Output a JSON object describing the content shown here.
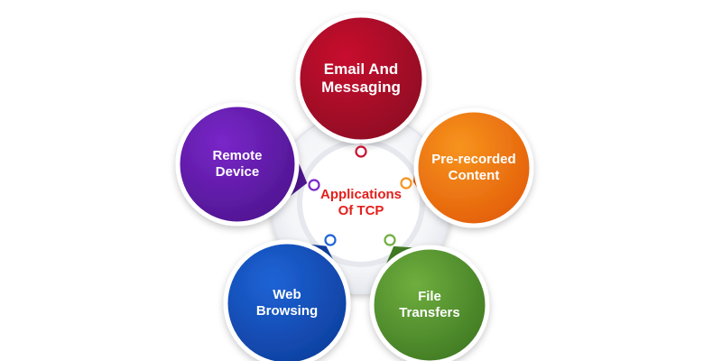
{
  "center": {
    "title_lines": [
      "Applications",
      "Of TCP"
    ],
    "color": "#e3201b"
  },
  "nodes": [
    {
      "id": "email",
      "lines": [
        "Email And",
        "Messaging"
      ],
      "color": "#c8102e",
      "dark": "#8e0b23"
    },
    {
      "id": "prerecorded",
      "lines": [
        "Pre-recorded",
        "Content"
      ],
      "color": "#f7941d",
      "dark": "#e35d0a"
    },
    {
      "id": "file",
      "lines": [
        "File",
        "Transfers"
      ],
      "color": "#6fae3e",
      "dark": "#3f7a23"
    },
    {
      "id": "web",
      "lines": [
        "Web",
        "Browsing"
      ],
      "color": "#1e63d6",
      "dark": "#0e3f9e"
    },
    {
      "id": "remote",
      "lines": [
        "Remote",
        "Device"
      ],
      "color": "#7a26c9",
      "dark": "#4e1590"
    }
  ]
}
